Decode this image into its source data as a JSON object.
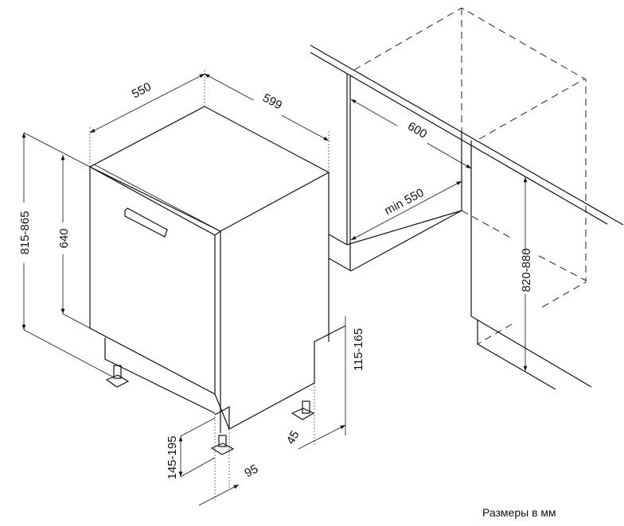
{
  "dimensions": {
    "depth": "550",
    "width": "599",
    "height_total": "815-865",
    "door_height": "640",
    "plinth_height": "145-195",
    "plinth_offset": "95",
    "back_leg_offset": "45",
    "back_leg_height": "115-165",
    "niche_width": "600",
    "niche_depth": "min 550",
    "niche_height": "820-880"
  },
  "note": "Размеры в мм"
}
